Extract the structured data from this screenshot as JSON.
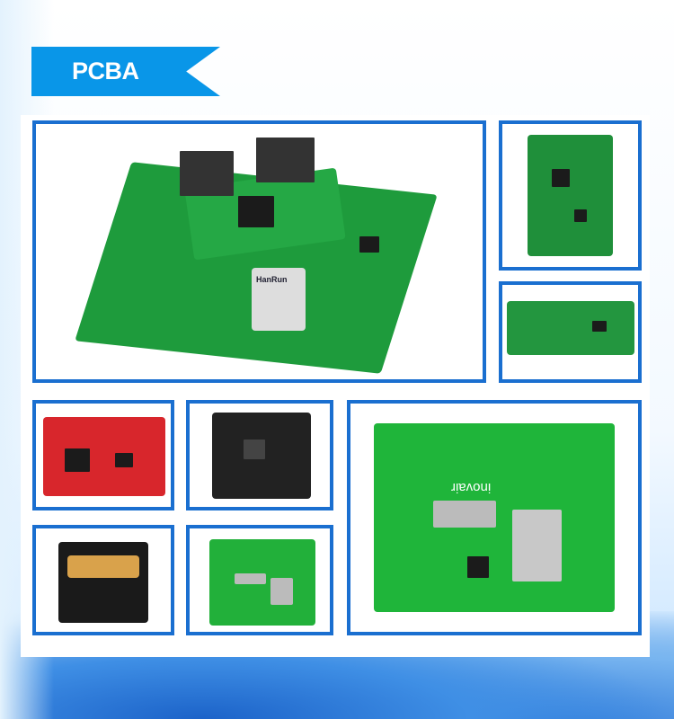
{
  "banner": {
    "title": "PCBA",
    "color": "#0996e8"
  },
  "frame_color": "#1a6fd0",
  "images": [
    {
      "name": "main-board",
      "board_color": "#1e9b3c",
      "label": "HanRun"
    },
    {
      "name": "vertical-board",
      "board_color": "#1f8f3a"
    },
    {
      "name": "long-board",
      "board_color": "#23963f"
    },
    {
      "name": "red-board",
      "board_color": "#d8262c"
    },
    {
      "name": "black-board",
      "board_color": "#222222"
    },
    {
      "name": "display-board",
      "board_color": "#1fb53a",
      "label": "inovair"
    },
    {
      "name": "black-module",
      "board_color": "#1a1a1a"
    },
    {
      "name": "small-display-board",
      "board_color": "#22b03a"
    }
  ]
}
